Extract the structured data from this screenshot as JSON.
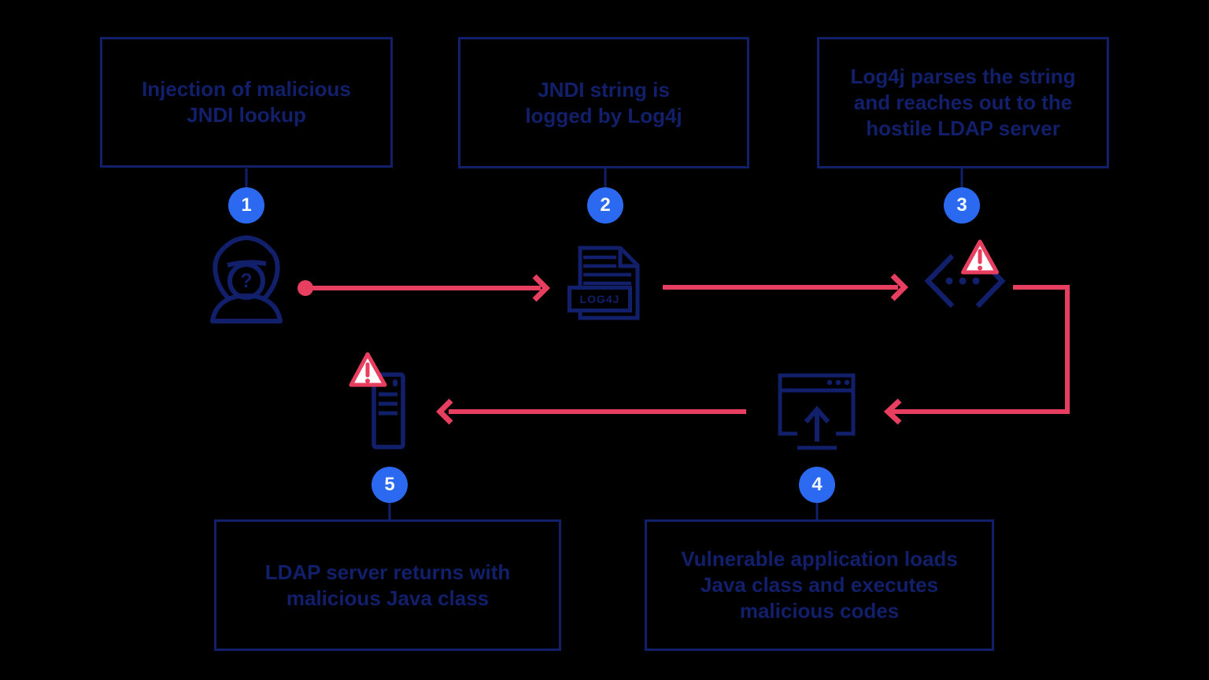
{
  "colors": {
    "bg": "#000000",
    "navy": "#121f6b",
    "red": "#e83e5f",
    "blue": "#2b6af0",
    "white": "#ffffff",
    "numtext": "#f2f6ff"
  },
  "steps": [
    {
      "number": "1",
      "lines": [
        "Injection of malicious",
        "JNDI lookup"
      ]
    },
    {
      "number": "2",
      "lines": [
        "JNDI string is",
        "logged by Log4j"
      ]
    },
    {
      "number": "3",
      "lines": [
        "Log4j parses the string",
        "and reaches out to the",
        "hostile LDAP server"
      ]
    },
    {
      "number": "4",
      "lines": [
        "Vulnerable application loads",
        "Java class and executes",
        "malicious codes"
      ]
    },
    {
      "number": "5",
      "lines": [
        "LDAP server returns with",
        "malicious Java class"
      ]
    }
  ],
  "icons": {
    "attacker": {
      "name": "anonymous-attacker-icon",
      "glyph": "?"
    },
    "log4j_file": {
      "name": "log4j-file-icon",
      "label": "LOG4J"
    },
    "code": {
      "name": "code-parser-icon"
    },
    "warning": {
      "name": "warning-triangle-icon"
    },
    "ldap_server": {
      "name": "ldap-server-icon"
    },
    "application": {
      "name": "application-upload-icon"
    }
  }
}
